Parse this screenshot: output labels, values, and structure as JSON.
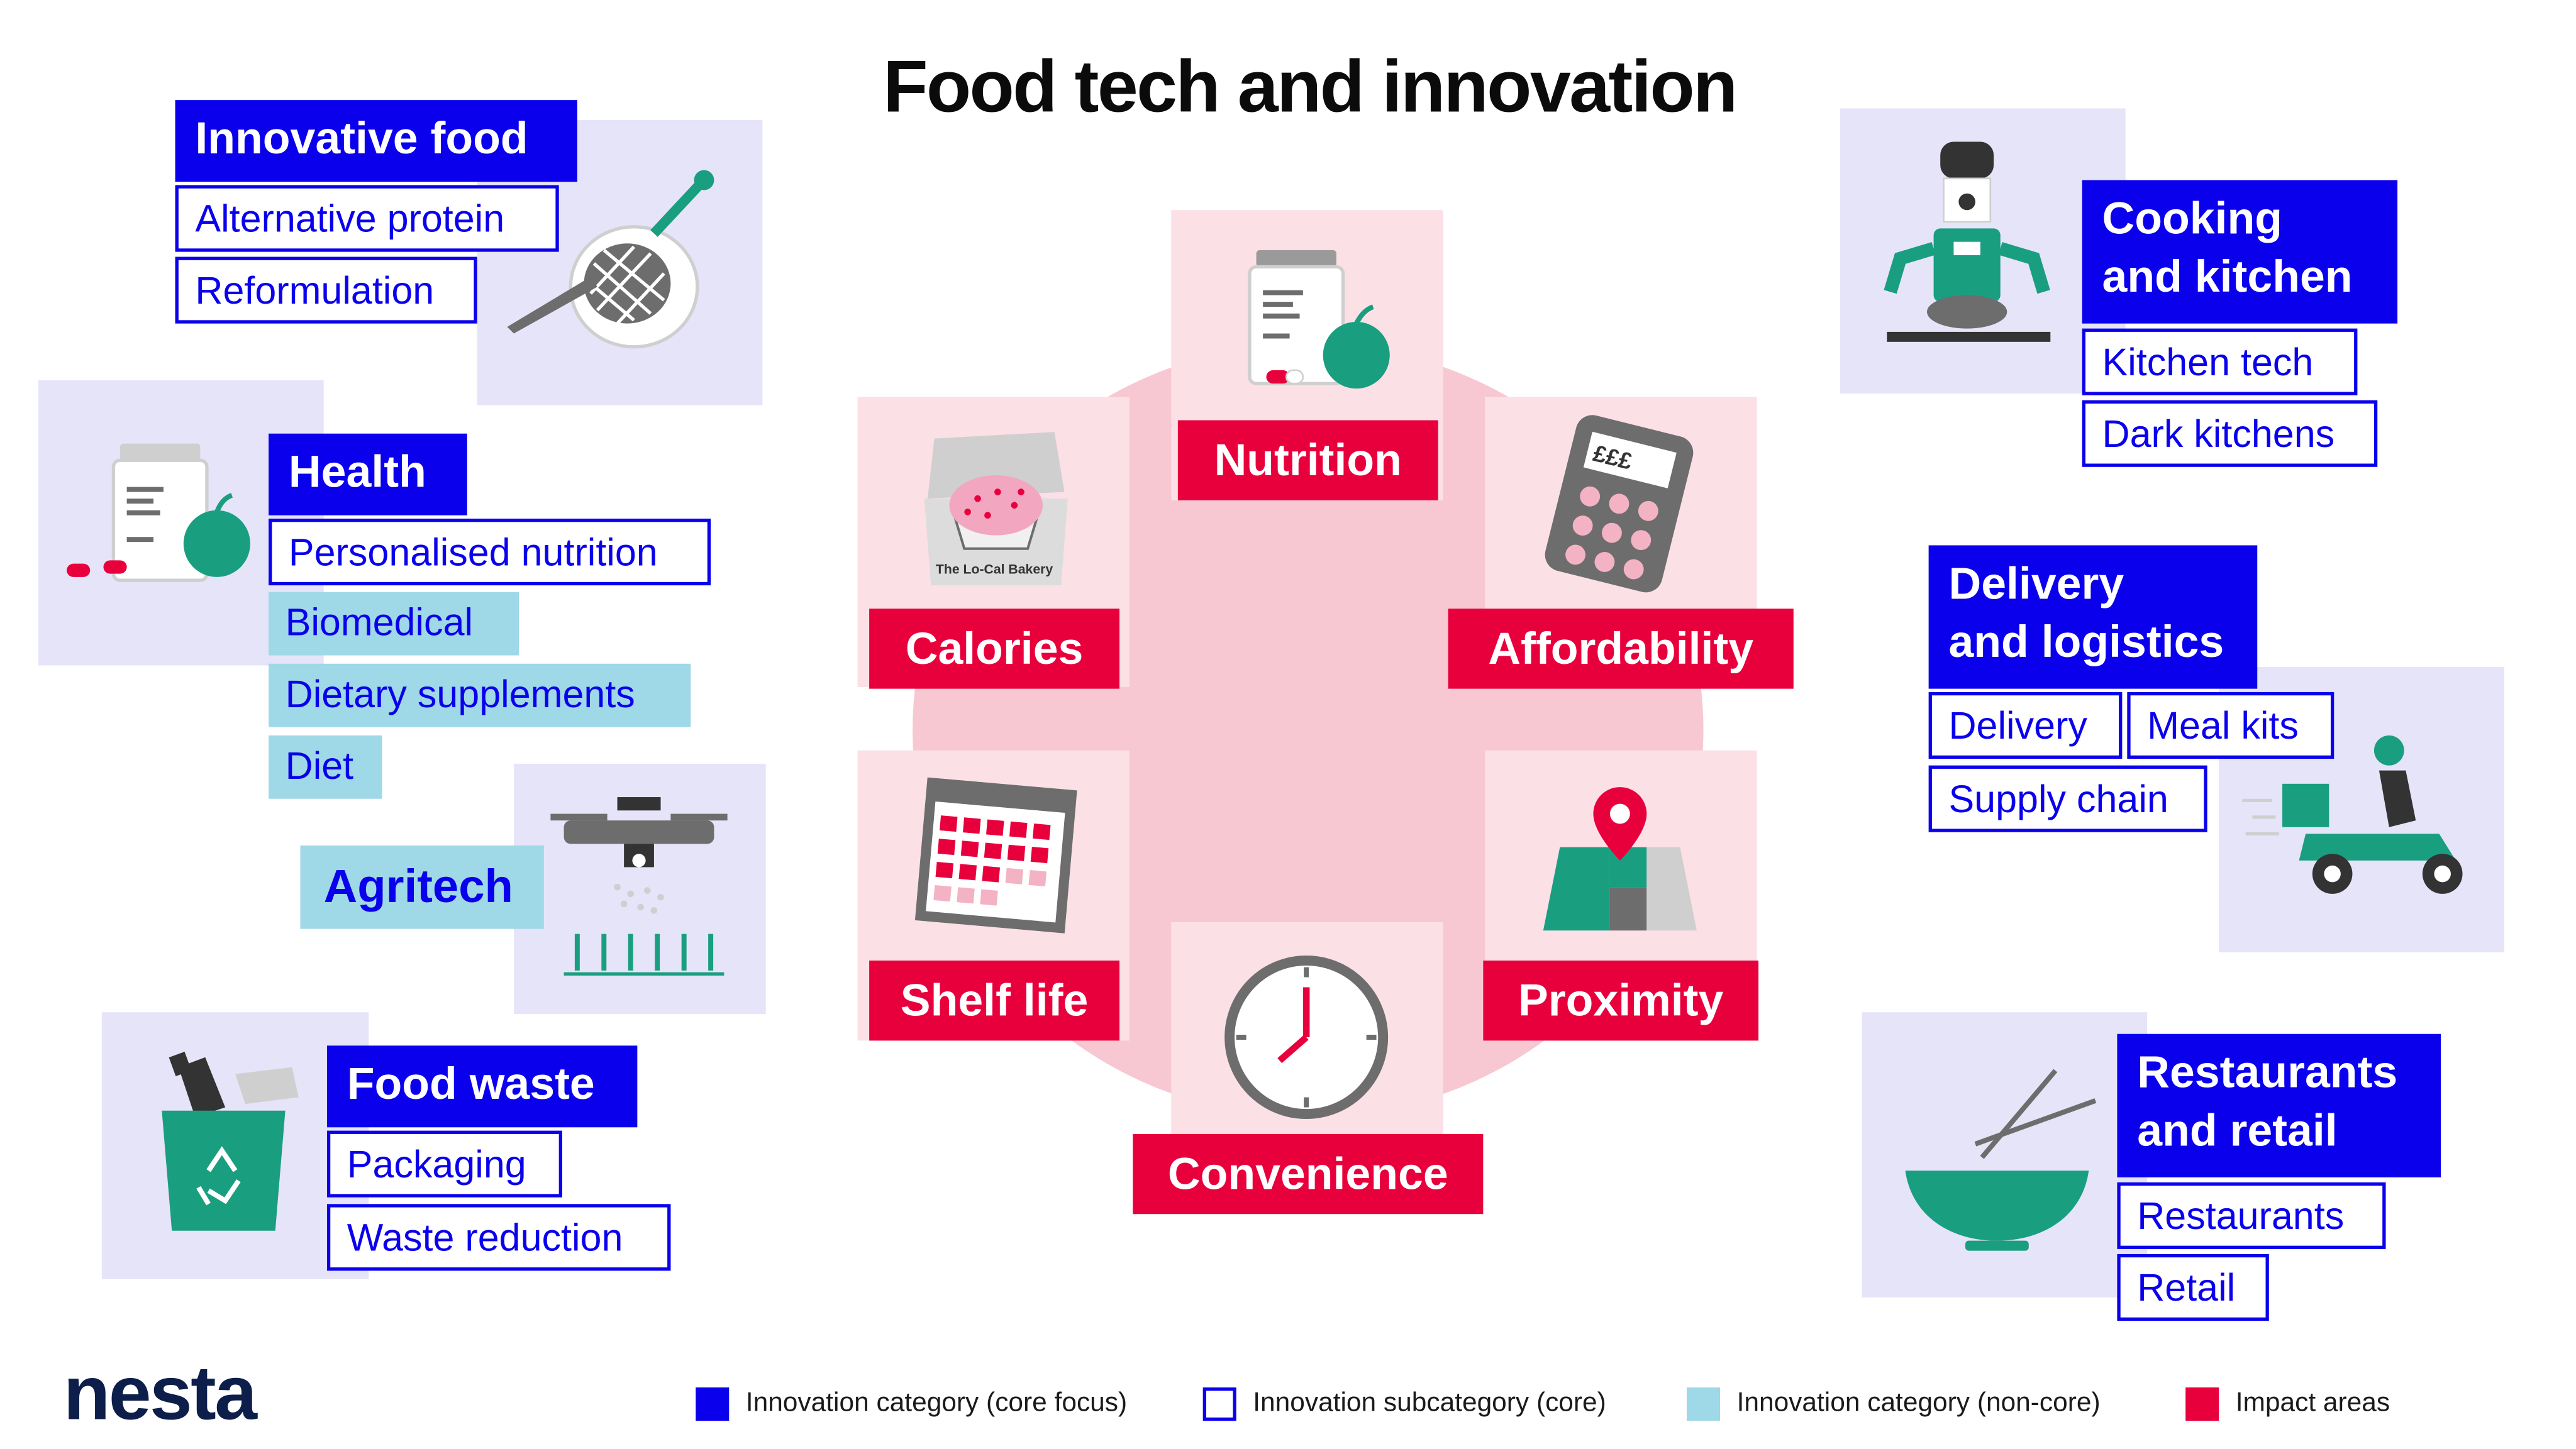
{
  "title": "Food tech and innovation",
  "logo": "nesta",
  "impact_areas": {
    "nutrition": "Nutrition",
    "calories": "Calories",
    "affordability": "Affordability",
    "shelf_life": "Shelf life",
    "proximity": "Proximity",
    "convenience": "Convenience",
    "bakery_label": "The Lo-Cal Bakery",
    "calculator_label": "£££"
  },
  "categories": {
    "innovative_food": {
      "title": "Innovative food",
      "subs": [
        "Alternative protein",
        "Reformulation"
      ]
    },
    "health": {
      "title": "Health",
      "sub": "Personalised nutrition",
      "noncore": [
        "Biomedical",
        "Dietary supplements",
        "Diet"
      ]
    },
    "agritech": {
      "title": "Agritech"
    },
    "food_waste": {
      "title": "Food waste",
      "subs": [
        "Packaging",
        "Waste reduction"
      ]
    },
    "cooking": {
      "title_line1": "Cooking",
      "title_line2": "and kitchen",
      "subs": [
        "Kitchen tech",
        "Dark kitchens"
      ]
    },
    "delivery": {
      "title_line1": "Delivery",
      "title_line2": "and logistics",
      "subs": [
        "Delivery",
        "Meal kits",
        "Supply chain"
      ]
    },
    "restaurants": {
      "title_line1": "Restaurants",
      "title_line2": "and retail",
      "subs": [
        "Restaurants",
        "Retail"
      ]
    }
  },
  "legend": {
    "core": "Innovation category (core focus)",
    "sub": "Innovation subcategory (core)",
    "noncore": "Innovation category (non-core)",
    "impact": "Impact areas"
  },
  "colors": {
    "core": "#0a00ec",
    "noncore": "#9fd8e6",
    "impact": "#e8003c",
    "lavender": "#e6e4f8",
    "pink": "#fbe0e6",
    "green": "#1a9e80",
    "grey": "#6d6d6d"
  }
}
